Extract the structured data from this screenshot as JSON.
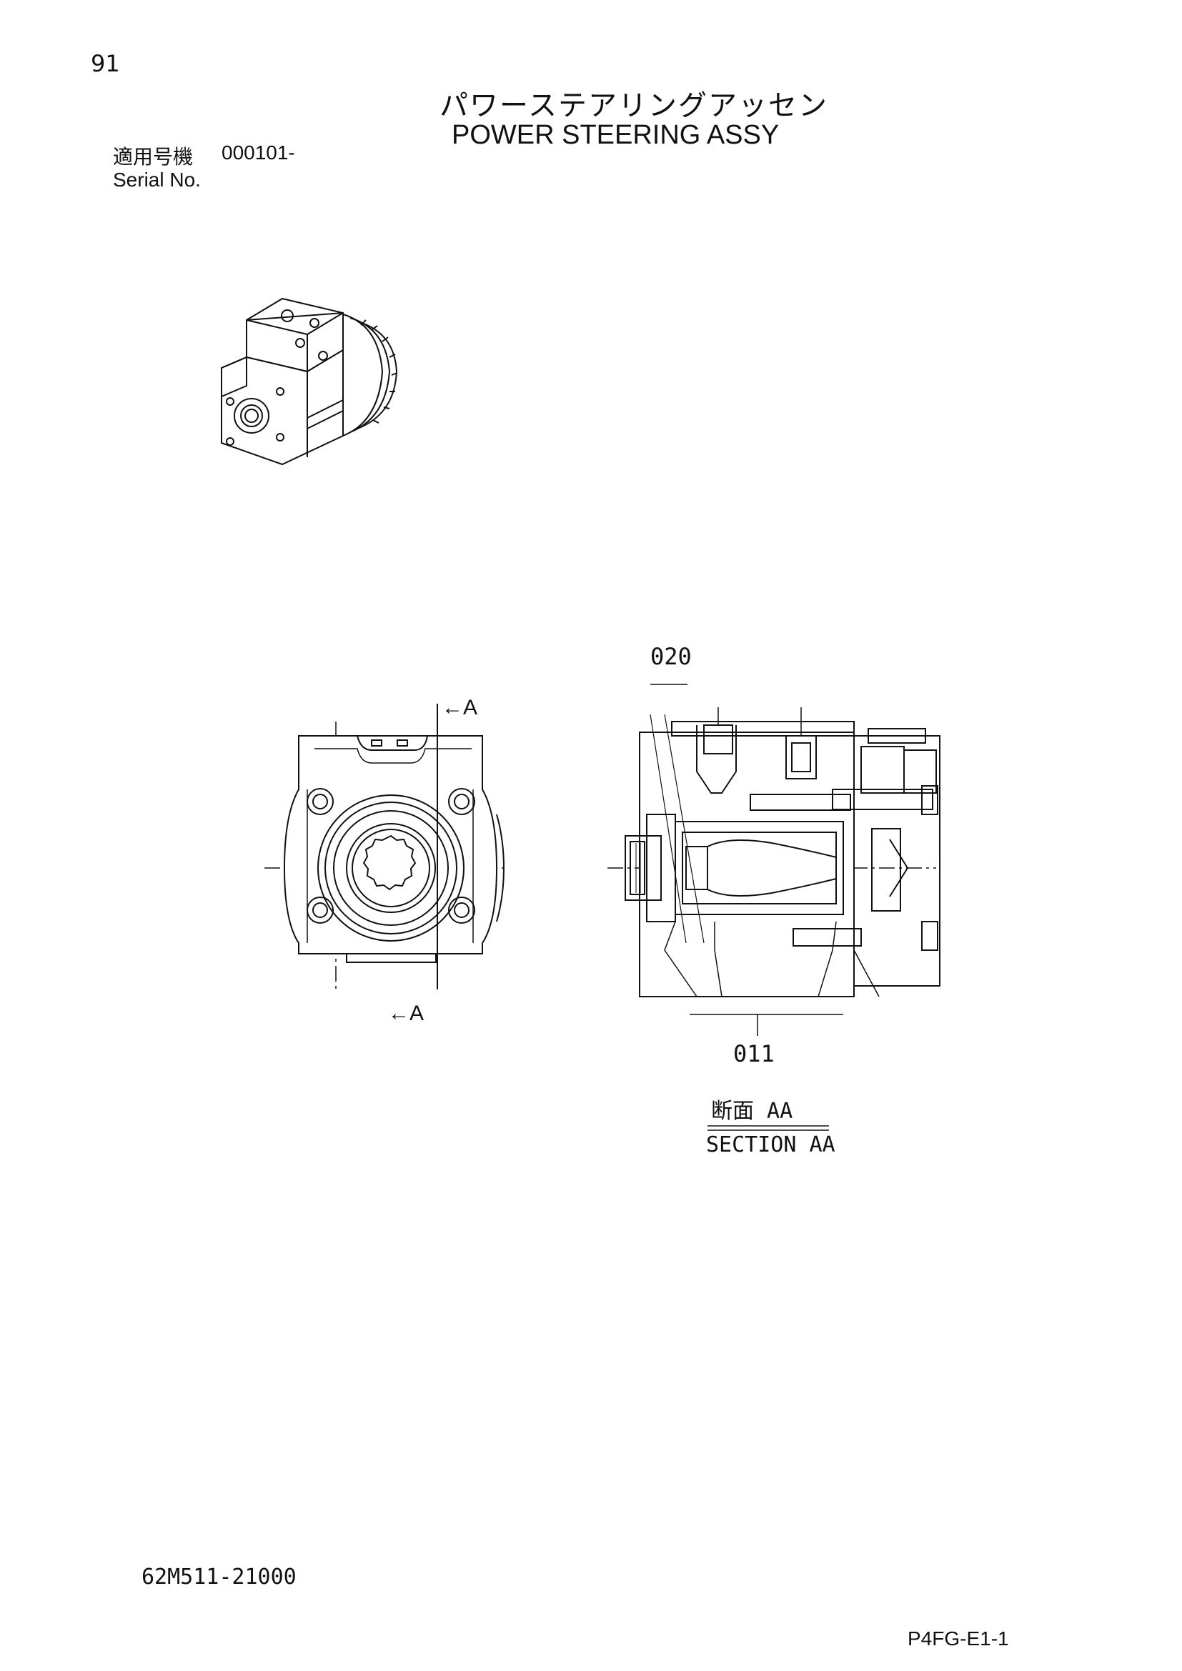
{
  "page": {
    "number": "91",
    "title_jp": "パワーステアリングアッセン",
    "title_en": "POWER STEERING ASSY",
    "serial_label_jp": "適用号機",
    "serial_range": "000101-",
    "serial_label_en": "Serial No.",
    "drawing_number": "62M511-21000",
    "page_code": "P4FG-E1-1"
  },
  "drawing": {
    "section_marks": [
      "←A",
      "←A"
    ],
    "callouts": [
      "020",
      "011"
    ],
    "section_title_jp": "断面 AA",
    "section_title_en": "SECTION AA"
  }
}
